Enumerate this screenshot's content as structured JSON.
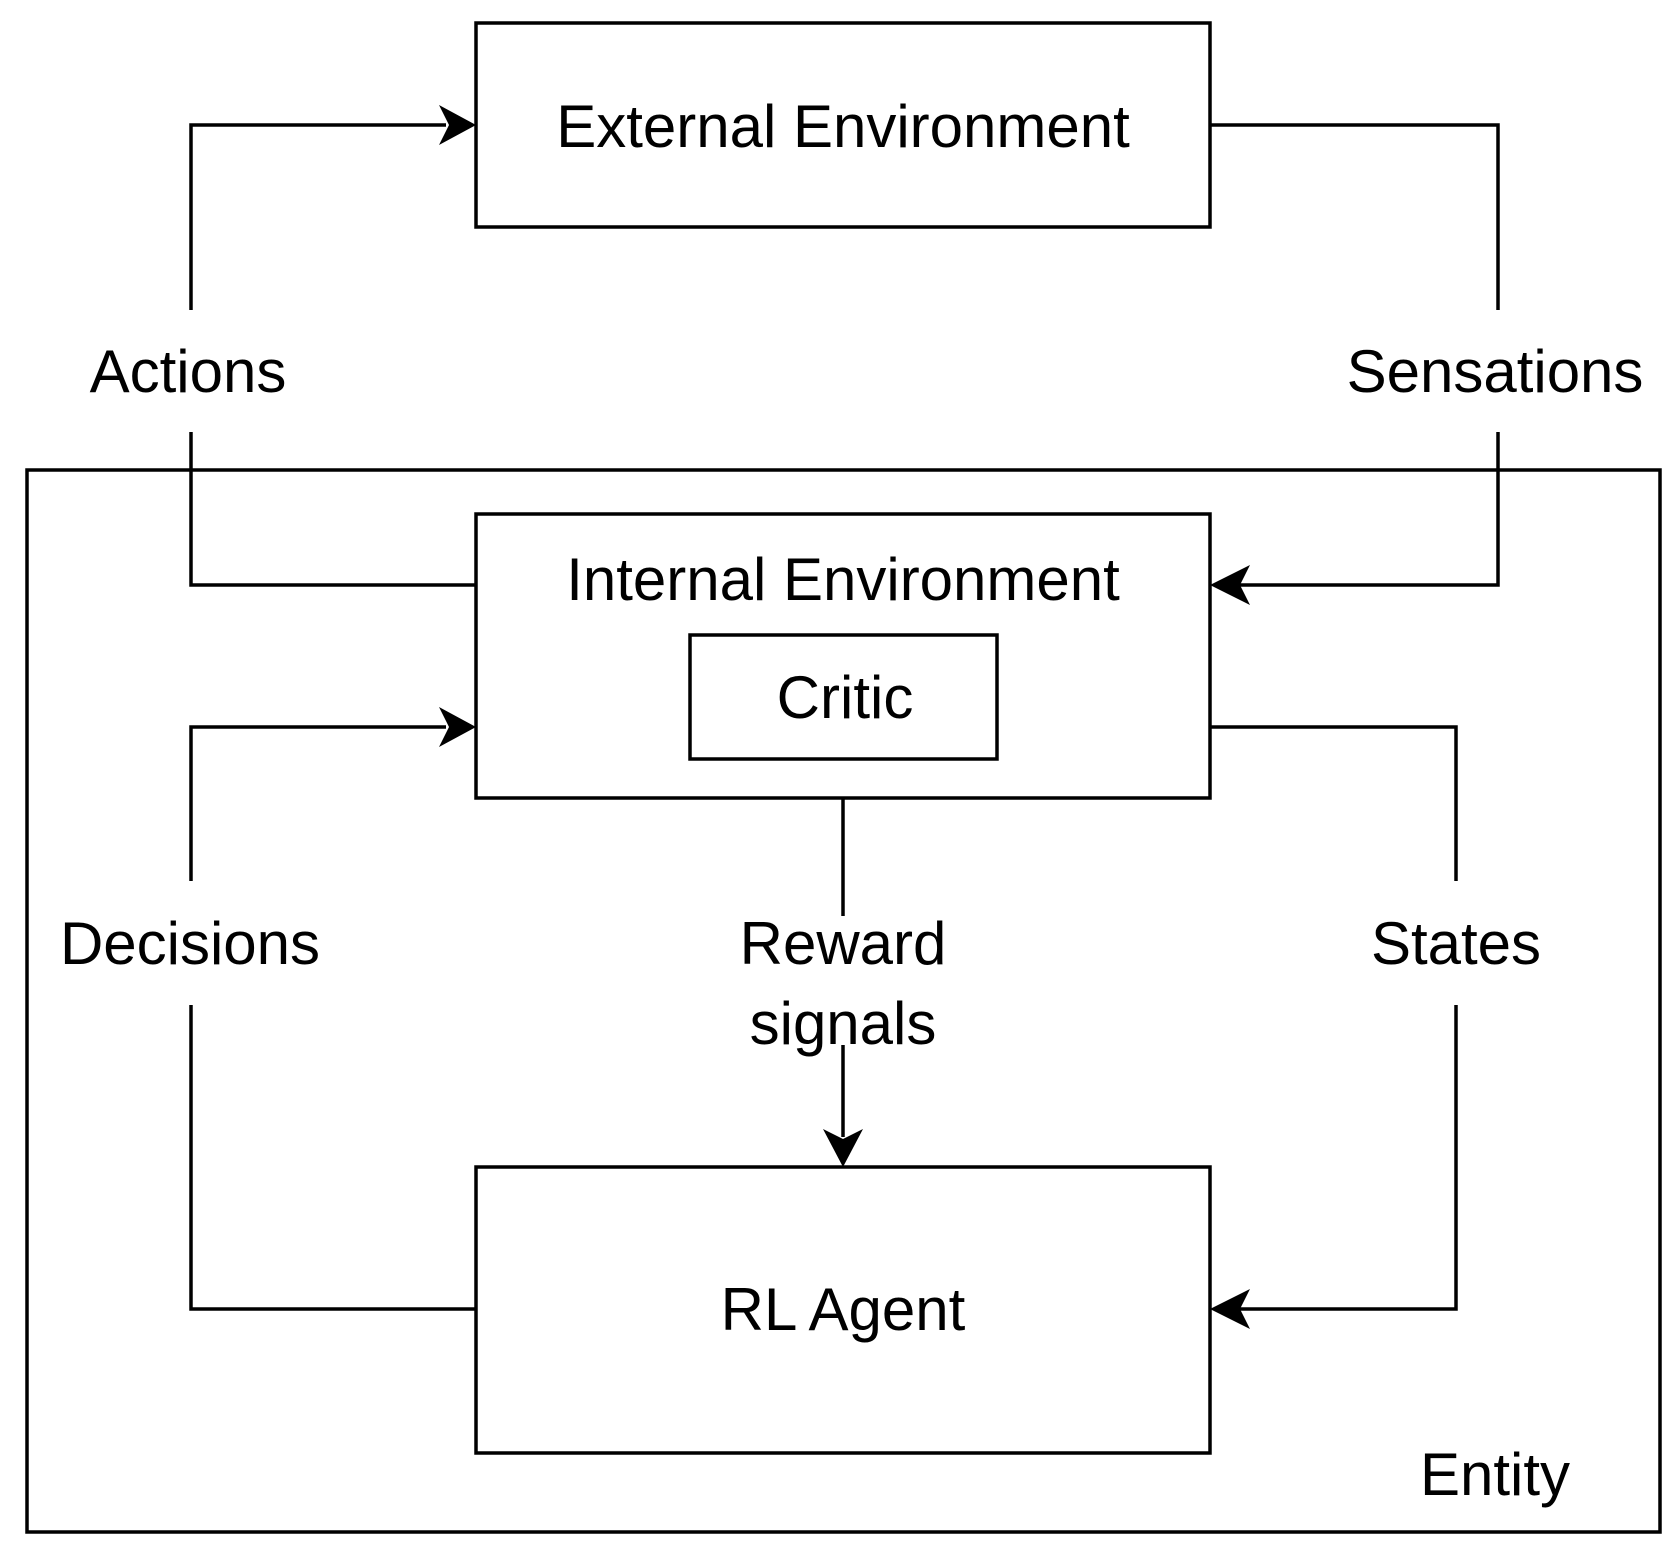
{
  "diagram": {
    "external_environment": "External Environment",
    "internal_environment": "Internal Environment",
    "critic": "Critic",
    "rl_agent": "RL Agent",
    "entity": "Entity",
    "actions": "Actions",
    "sensations": "Sensations",
    "decisions": "Decisions",
    "reward_line1": "Reward",
    "reward_line2": "signals",
    "states": "States"
  }
}
